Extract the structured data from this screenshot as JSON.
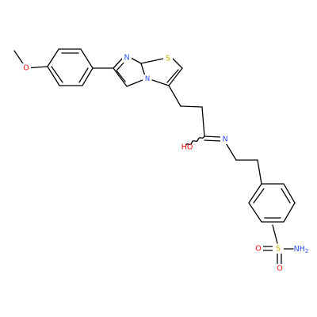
{
  "molecule": {
    "colors": {
      "bond": "#000000",
      "nitrogen": "#3050F8",
      "oxygen": "#FF0D0D",
      "sulfur": "#C6B300"
    },
    "labels": {
      "methoxy_o": "O",
      "imidazole_n": "N",
      "thiazole_s": "S",
      "bridge_n": "N",
      "imine_n": "N",
      "hydroxyl": "HO",
      "sulfonyl_s": "S",
      "sulfonyl_o_left": "O",
      "sulfonyl_o_bottom": "O",
      "amine_nh": "NH",
      "amine_sub": "2"
    }
  }
}
